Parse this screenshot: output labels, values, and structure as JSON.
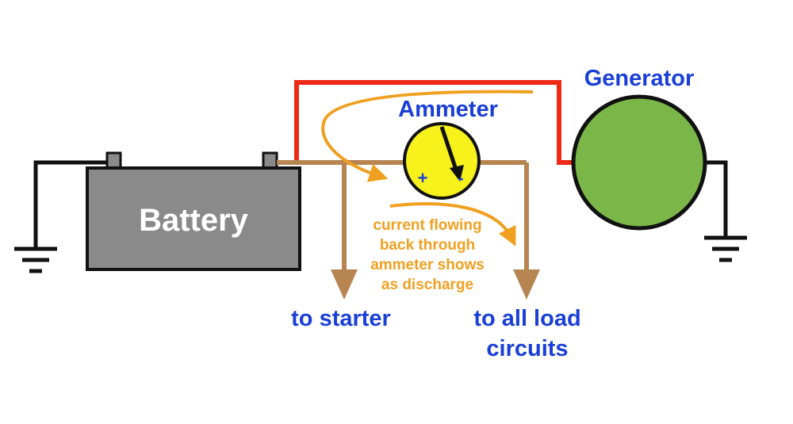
{
  "labels": {
    "battery": "Battery",
    "generator": "Generator",
    "ammeter": "Ammeter",
    "ammeter_plus": "+",
    "ammeter_minus": "-",
    "to_starter": "to starter",
    "to_load_line1": "to all load",
    "to_load_line2": "circuits",
    "note_line1": "current flowing",
    "note_line2": "back through",
    "note_line3": "ammeter shows",
    "note_line4": "as discharge"
  },
  "colors": {
    "battery_fill": "#8a8a8a",
    "generator_fill": "#7ab648",
    "ammeter_face": "#f7f21c",
    "red_wire": "#ee2a16",
    "brown_wire": "#b78552",
    "orange_arrow": "#f0a020",
    "blue_text": "#1a3fd6"
  }
}
